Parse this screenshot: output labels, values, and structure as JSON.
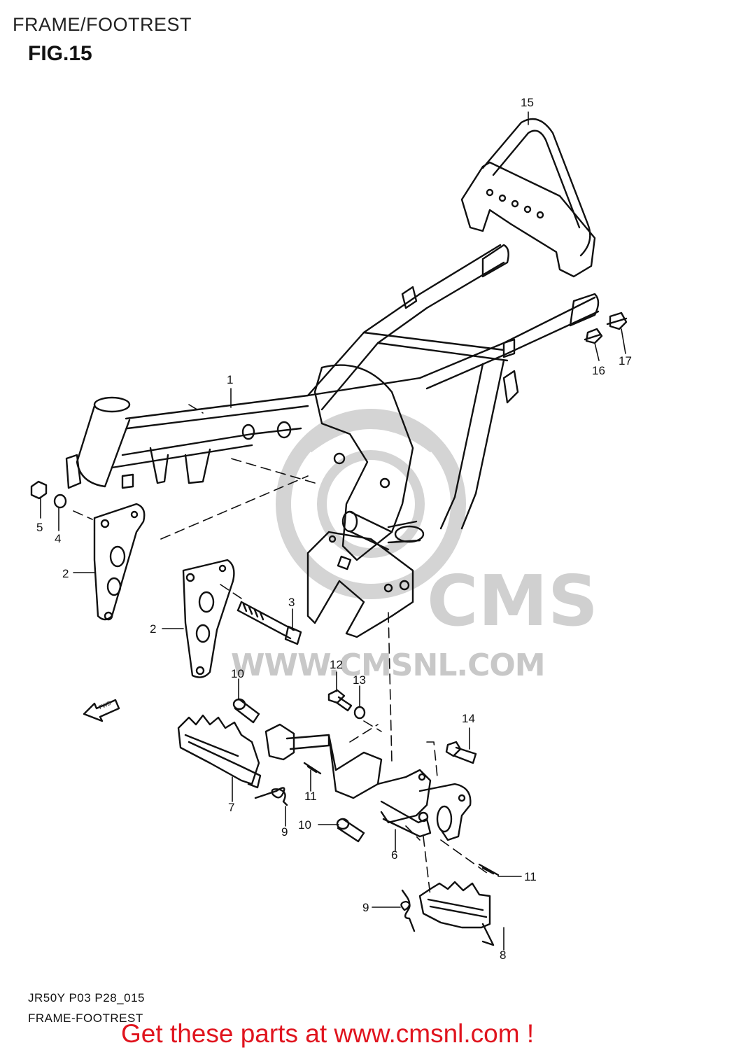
{
  "header": {
    "title": "FRAME/FOOTREST",
    "figure": "FIG.15"
  },
  "watermark": {
    "cms": "CMS",
    "url": "WWW.CMSNL.COM"
  },
  "arrow": {
    "text": "FWD"
  },
  "callouts": [
    {
      "id": "c1",
      "num": "1"
    },
    {
      "id": "c2a",
      "num": "2"
    },
    {
      "id": "c2b",
      "num": "2"
    },
    {
      "id": "c3",
      "num": "3"
    },
    {
      "id": "c4",
      "num": "4"
    },
    {
      "id": "c5",
      "num": "5"
    },
    {
      "id": "c6",
      "num": "6"
    },
    {
      "id": "c7",
      "num": "7"
    },
    {
      "id": "c8",
      "num": "8"
    },
    {
      "id": "c9a",
      "num": "9"
    },
    {
      "id": "c9b",
      "num": "9"
    },
    {
      "id": "c10a",
      "num": "10"
    },
    {
      "id": "c10b",
      "num": "10"
    },
    {
      "id": "c11a",
      "num": "11"
    },
    {
      "id": "c11b",
      "num": "11"
    },
    {
      "id": "c12",
      "num": "12"
    },
    {
      "id": "c13",
      "num": "13"
    },
    {
      "id": "c14",
      "num": "14"
    },
    {
      "id": "c15",
      "num": "15"
    },
    {
      "id": "c16",
      "num": "16"
    },
    {
      "id": "c17",
      "num": "17"
    }
  ],
  "footer": {
    "code": "JR50Y P03 P28_015",
    "name": "FRAME-FOOTREST",
    "cta": "Get these parts at www.cmsnl.com !"
  },
  "colors": {
    "cta": "#e0141e",
    "line": "#111111",
    "watermark": "#cfcfcf"
  }
}
